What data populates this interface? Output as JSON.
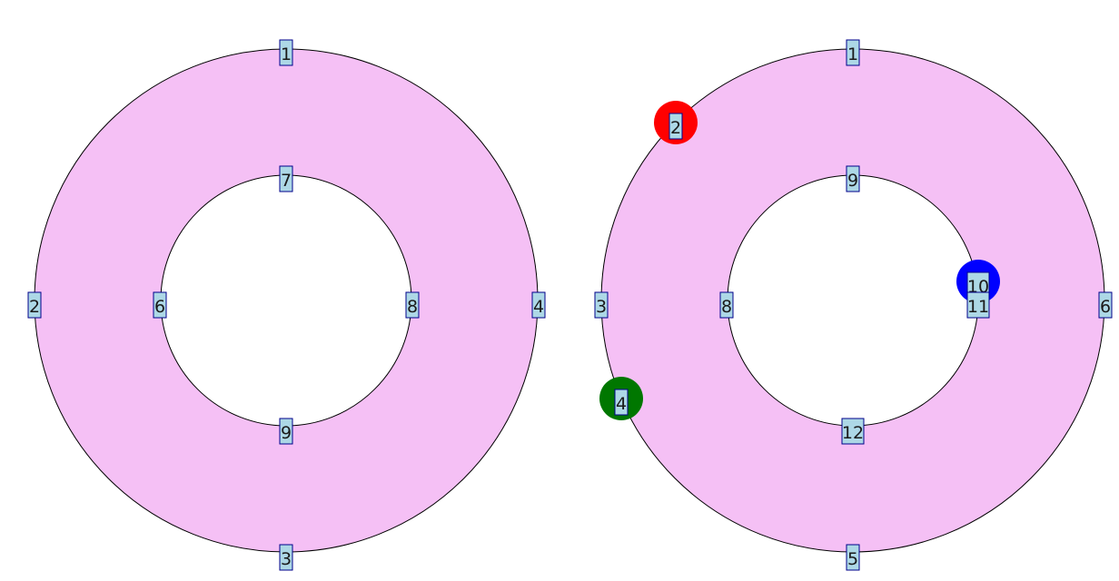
{
  "colors": {
    "ring_fill": "#f5c0f5",
    "label_fill": "#add8e6",
    "label_border": "#00008b",
    "outline": "#000000",
    "marker_red": "#ff0000",
    "marker_green": "#007700",
    "marker_blue": "#0000ff"
  },
  "left_ring": {
    "outer_labels": [
      "1",
      "2",
      "3",
      "4"
    ],
    "inner_labels": [
      "6",
      "7",
      "8",
      "9"
    ]
  },
  "right_ring": {
    "outer_labels": [
      "1",
      "2",
      "3",
      "4",
      "5",
      "6"
    ],
    "inner_labels": [
      "8",
      "9",
      "10",
      "11",
      "12"
    ],
    "highlighted": [
      {
        "label": "2",
        "color": "red"
      },
      {
        "label": "4",
        "color": "green"
      },
      {
        "label": "10",
        "color": "blue"
      }
    ]
  }
}
